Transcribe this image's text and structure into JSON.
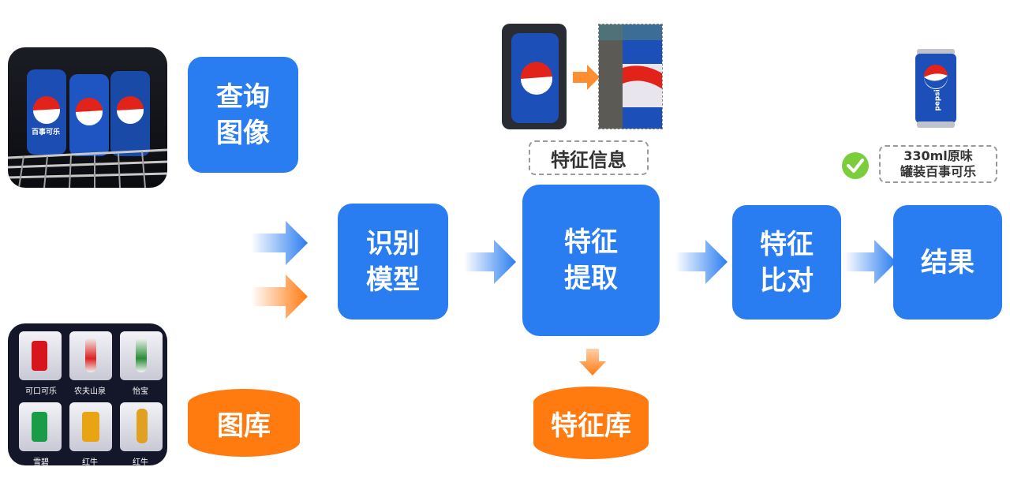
{
  "steps": {
    "query_image": [
      "查询",
      "图像"
    ],
    "gallery": "图库",
    "recognition_model": [
      "识别",
      "模型"
    ],
    "feature_extraction": [
      "特征",
      "提取"
    ],
    "feature_library": "特征库",
    "feature_matching": [
      "特征",
      "比对"
    ],
    "result": "结果"
  },
  "feature_info_label": "特征信息",
  "result_label": [
    "330ml原味",
    "罐装百事可乐"
  ],
  "gallery_items": [
    "可口可乐",
    "农夫山泉",
    "怡宝",
    "雪碧",
    "红牛",
    "红牛"
  ],
  "can_text": "百事可乐",
  "can_brand": "pepsi",
  "colors": {
    "blue": "#2a7df0",
    "orange": "#ff7a0f",
    "check_green": "#7ccd3b"
  },
  "icons": [
    "check-circle-icon",
    "arrow-right-icon",
    "arrow-down-icon"
  ]
}
